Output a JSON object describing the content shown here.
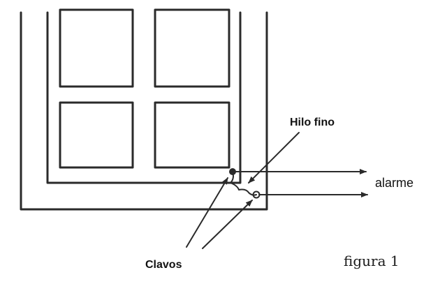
{
  "labels": {
    "wire": "Hilo fino",
    "output": "alarme",
    "nails": "Clavos",
    "caption": "figura 1"
  },
  "colors": {
    "ink": "#2a2a2a",
    "background": "#ffffff"
  }
}
